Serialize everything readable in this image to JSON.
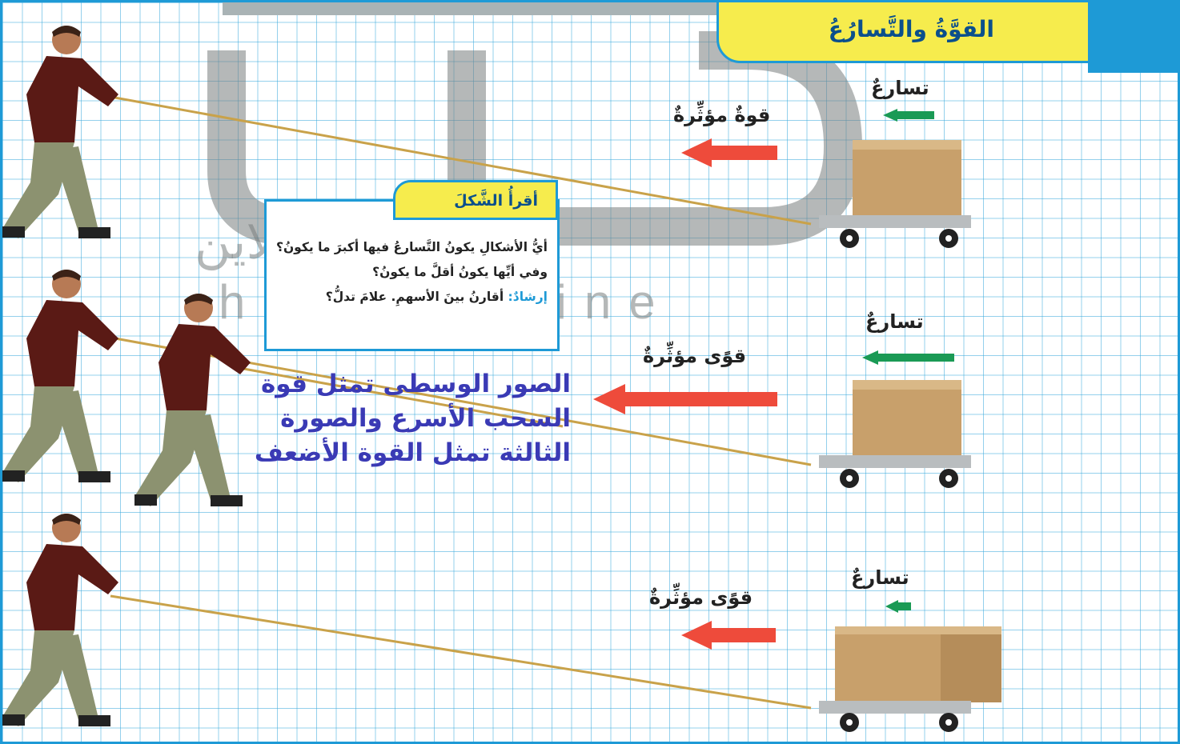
{
  "title": "القوَّةُ والتَّسارُعُ",
  "watermark": {
    "logo": "حل",
    "arabic": "الحلول اونلاين",
    "latin": "hulul online"
  },
  "rows": [
    {
      "force_label": "قوةٌ مؤثِّرةٌ",
      "acceleration_label": "تسارعٌ"
    },
    {
      "force_label": "قوًى مؤثِّرةٌ",
      "acceleration_label": "تسارعٌ"
    },
    {
      "force_label": "قوًى مؤثِّرةٌ",
      "acceleration_label": "تسارعٌ"
    }
  ],
  "read_figure": {
    "heading": "أقرأُ الشَّكلَ",
    "question": "أيُّ الأشكالِ يكونُ التَّسارعُ فيها أكبرَ ما يكونُ؟ وفي أيِّها يكونُ أقلَّ ما يكونُ؟",
    "hint_label": "إرشادٌ:",
    "hint_text": "أقارنُ بينَ الأسهمِ. علامَ تدلُّ؟"
  },
  "answer": "الصور الوسطى تمثل قوة السحب الأسرع والصورة الثالثة تمثل القوة الأضعف",
  "colors": {
    "border": "#1e9ad6",
    "tab_yellow": "#f6ec4d",
    "force_arrow": "#ee4b3b",
    "acceleration_arrow": "#1a9a55",
    "answer_text": "#3a3ab5"
  }
}
